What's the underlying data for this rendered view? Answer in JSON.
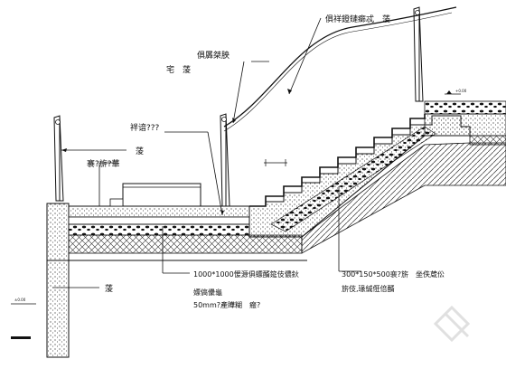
{
  "drawing": {
    "labels": {
      "handrail": "俱祥鐙鏈癤忒　蔆",
      "post_a": "俱羼桀胦",
      "post_b": "宅　蔆",
      "lamp": "袢谙???",
      "left_a": "蔆",
      "left_b": "褰?旂?華",
      "left_c": "蔆",
      "paving_1": "1000*1000愋源俱螵醑筵伎儂鈥",
      "paving_2": "嫖傐儽龜",
      "paving_3": "50mm?產瞱糊　瘢?",
      "stair_1": "300*150*500裵?旂　坐佚葴伀",
      "stair_2": "旂伎,瑑絾俇倍醑",
      "level_small_1": "+0.00",
      "level_small_2": "±0.00"
    }
  },
  "colors": {
    "line": "#111111",
    "hatch": "#333333",
    "fill_light": "#f2f2f2"
  }
}
